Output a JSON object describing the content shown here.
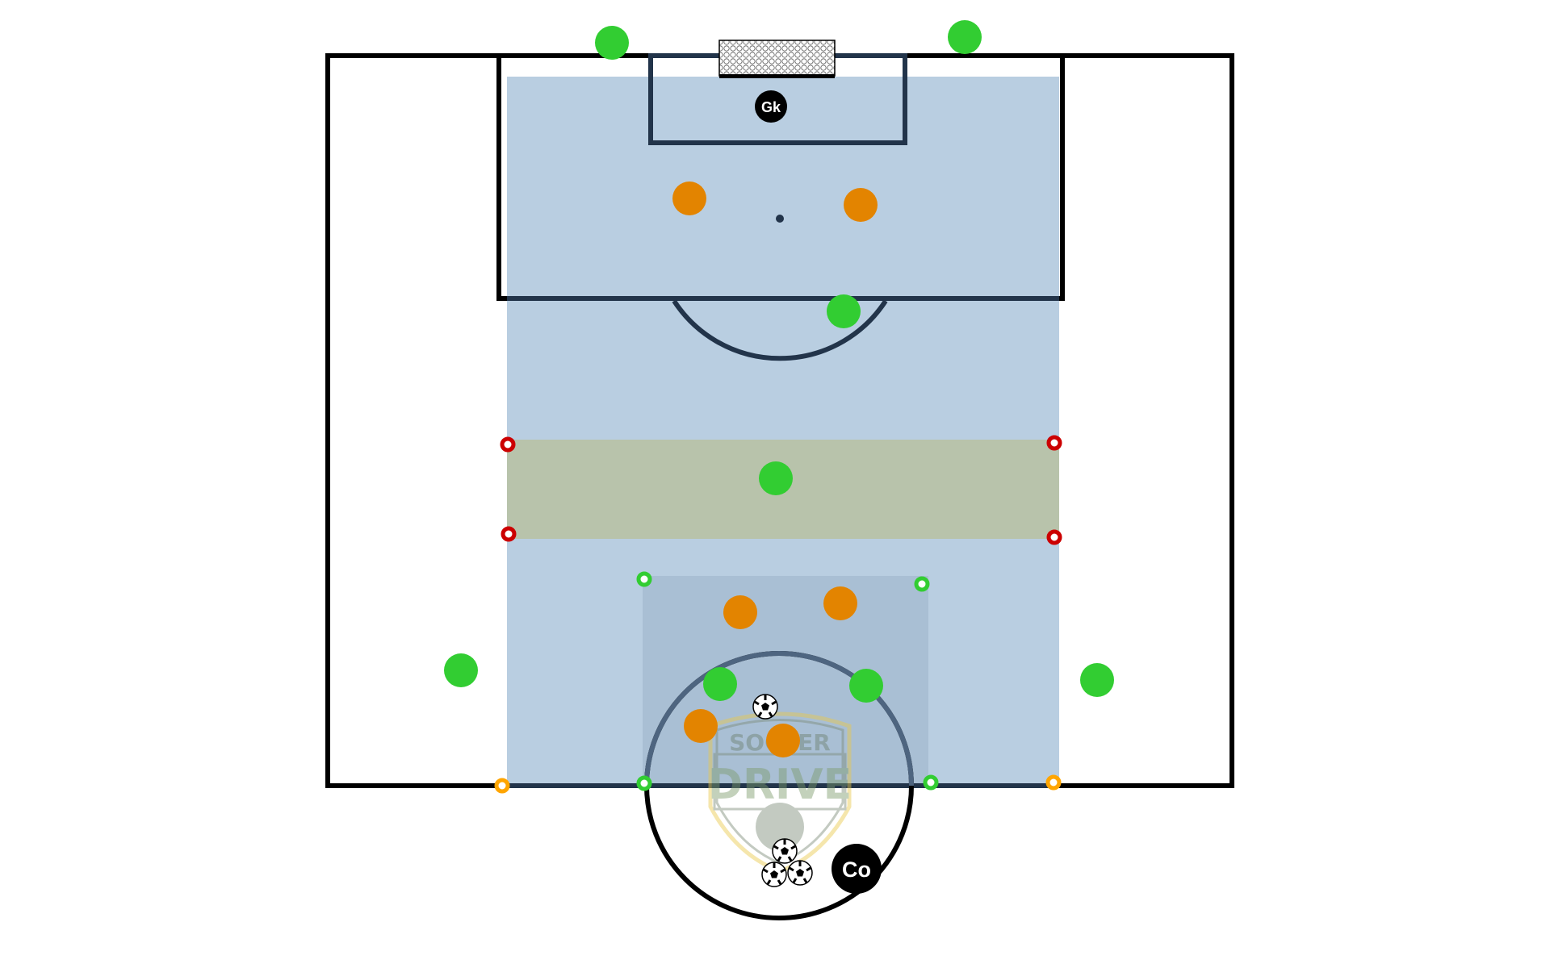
{
  "diagram": {
    "goalkeeper_label": "Gk",
    "coach_label": "Co",
    "logo": {
      "line1": "SOCCER",
      "line2": "DRIVE"
    },
    "colors": {
      "field_zone": "#b9cee1",
      "middle_band": "#b8c3ab",
      "target_zone": "#a9bfd4",
      "team_green": "#32cd32",
      "team_orange": "#e38400",
      "cone_red": "#cc0000",
      "cone_green": "#32cd32",
      "cone_orange": "#ffa500",
      "lines": "#000000"
    }
  }
}
